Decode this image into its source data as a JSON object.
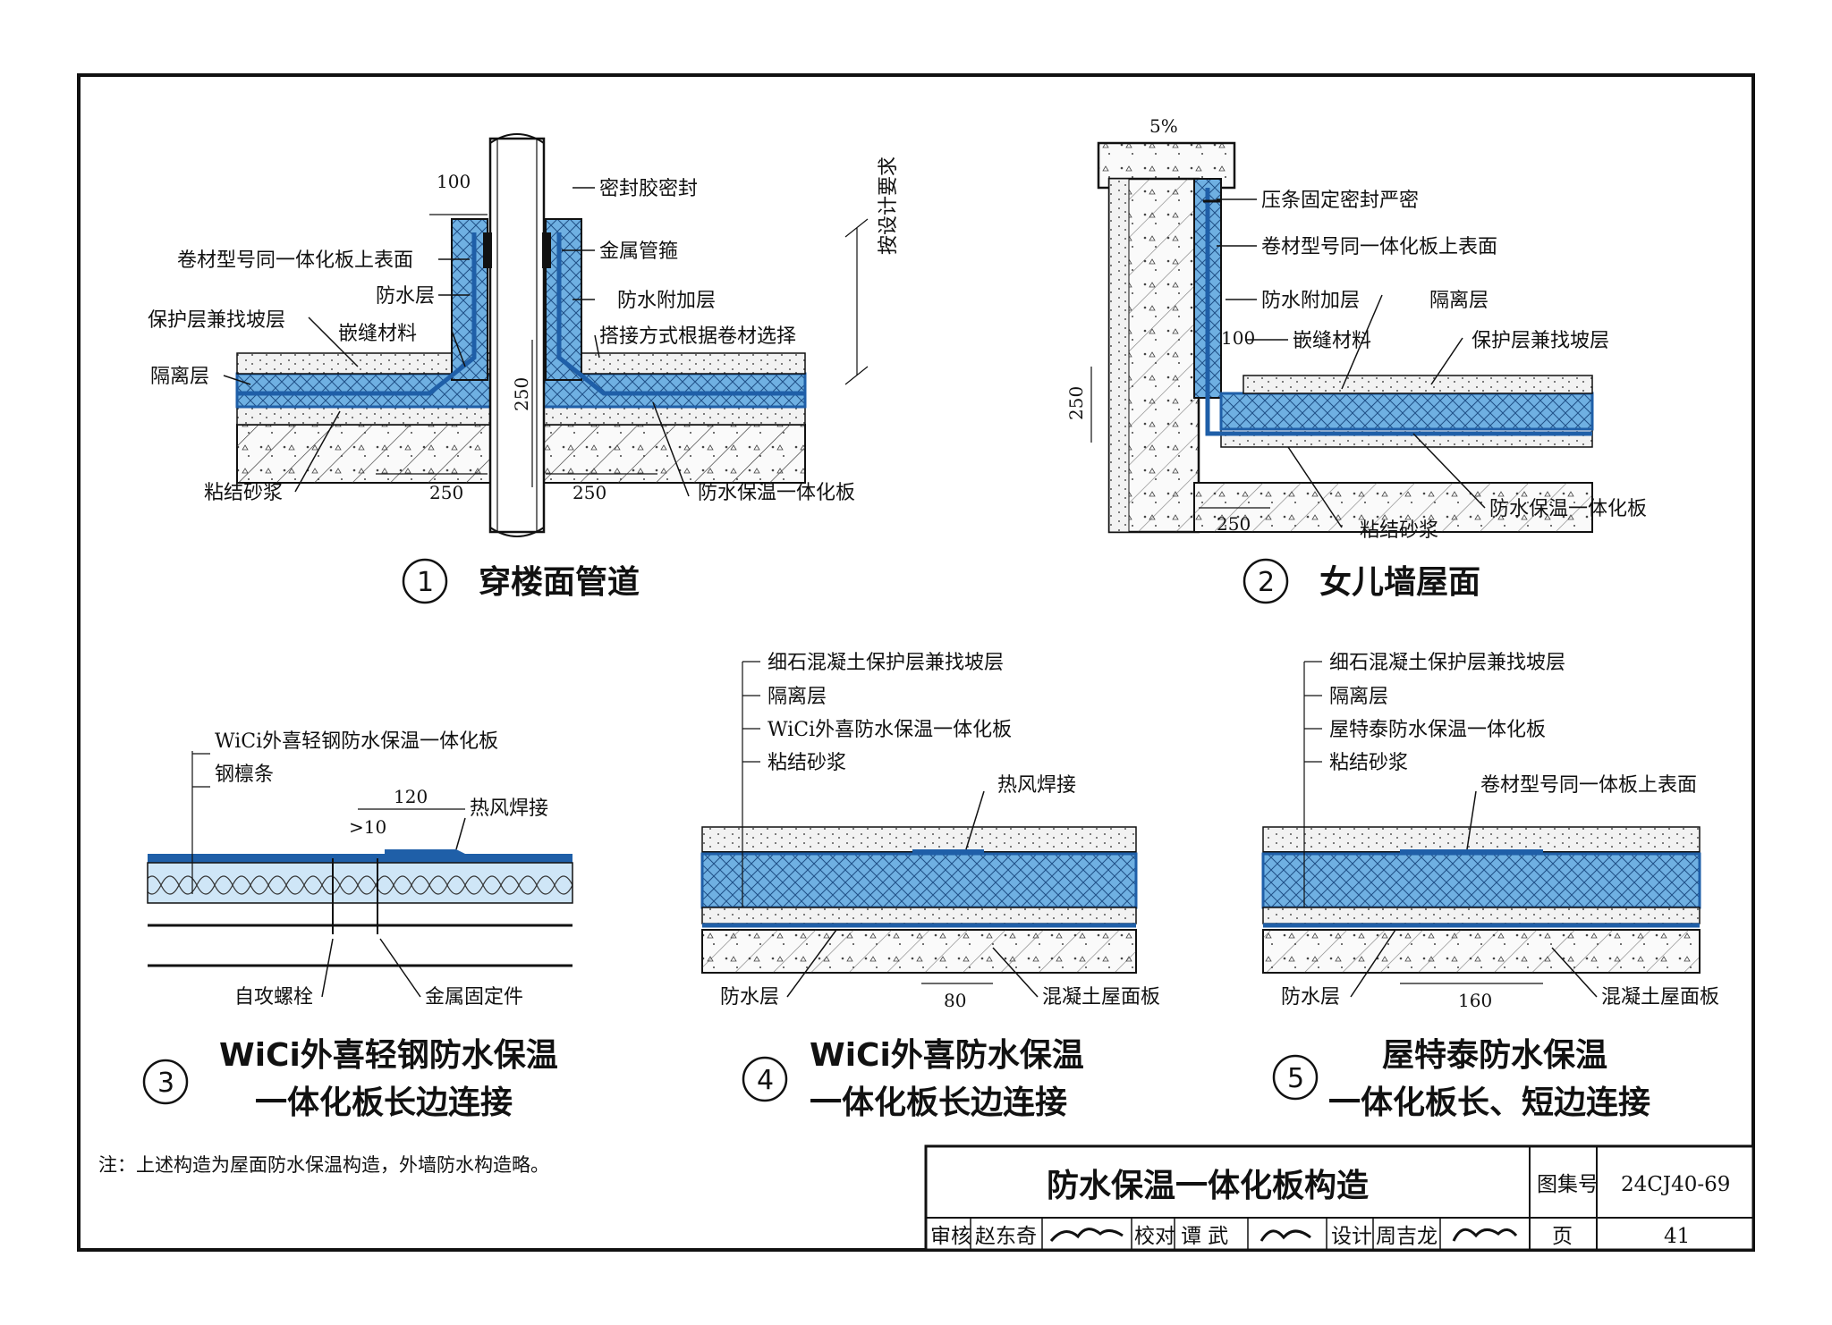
{
  "drawing": {
    "details": [
      {
        "number": "1",
        "caption": "穿楼面管道",
        "labels": {
          "sealant": "密封胶密封",
          "band": "金属管箍",
          "membrane_same": "卷材型号同一体化板上表面",
          "waterproof": "防水层",
          "additional": "防水附加层",
          "protect": "保护层兼找坡层",
          "filler": "嵌缝材料",
          "overlap": "搭接方式根据卷材选择",
          "isolation": "隔离层",
          "mortar": "粘结砂浆",
          "board": "防水保温一体化板",
          "design_req": "按设计要求"
        },
        "dims": {
          "top": "100",
          "height": "250",
          "left": "250",
          "right": "250"
        }
      },
      {
        "number": "2",
        "caption": "女儿墙屋面",
        "labels": {
          "slope": "5%",
          "press_strip": "压条固定密封严密",
          "membrane_same": "卷材型号同一体化板上表面",
          "additional": "防水附加层",
          "isolation": "隔离层",
          "filler": "嵌缝材料",
          "protect": "保护层兼找坡层",
          "board": "防水保温一体化板",
          "mortar": "粘结砂浆"
        },
        "dims": {
          "corner": "100",
          "height": "250",
          "bottom": "250"
        }
      },
      {
        "number": "3",
        "caption_line1": "WiCi外喜轻钢防水保温",
        "caption_line2": "一体化板长边连接",
        "labels": {
          "board": "WiCi外喜轻钢防水保温一体化板",
          "purlin": "钢檩条",
          "hot_air": "热风焊接",
          "screw": "自攻螺栓",
          "fixer": "金属固定件"
        },
        "dims": {
          "lap": "120",
          "min": ">10"
        }
      },
      {
        "number": "4",
        "caption_line1": "WiCi外喜防水保温",
        "caption_line2": "一体化板长边连接",
        "labels": {
          "fine_concrete": "细石混凝土保护层兼找坡层",
          "isolation": "隔离层",
          "board": "WiCi外喜防水保温一体化板",
          "mortar": "粘结砂浆",
          "hot_air": "热风焊接",
          "waterproof": "防水层",
          "slab": "混凝土屋面板"
        },
        "dims": {
          "lap": "80"
        }
      },
      {
        "number": "5",
        "caption_line1": "屋特泰防水保温",
        "caption_line2": "一体化板长、短边连接",
        "labels": {
          "fine_concrete": "细石混凝土保护层兼找坡层",
          "isolation": "隔离层",
          "board": "屋特泰防水保温一体化板",
          "mortar": "粘结砂浆",
          "membrane_same": "卷材型号同一体板上表面",
          "waterproof": "防水层",
          "slab": "混凝土屋面板"
        },
        "dims": {
          "lap": "160"
        }
      }
    ],
    "note": "注：上述构造为屋面防水保温构造，外墙防水构造略。"
  },
  "title_block": {
    "title": "防水保温一体化板构造",
    "atlas_label": "图集号",
    "atlas_no": "24CJ40-69",
    "review": "审核",
    "reviewer": "赵东奇",
    "check": "校对",
    "checker": "谭 武",
    "design": "设计",
    "designer": "周吉龙",
    "page_label": "页",
    "page_no": "41"
  },
  "colors": {
    "membrane_blue": "#1f5fa8",
    "board_blue": "#5aa3dc",
    "line": "#111111"
  }
}
